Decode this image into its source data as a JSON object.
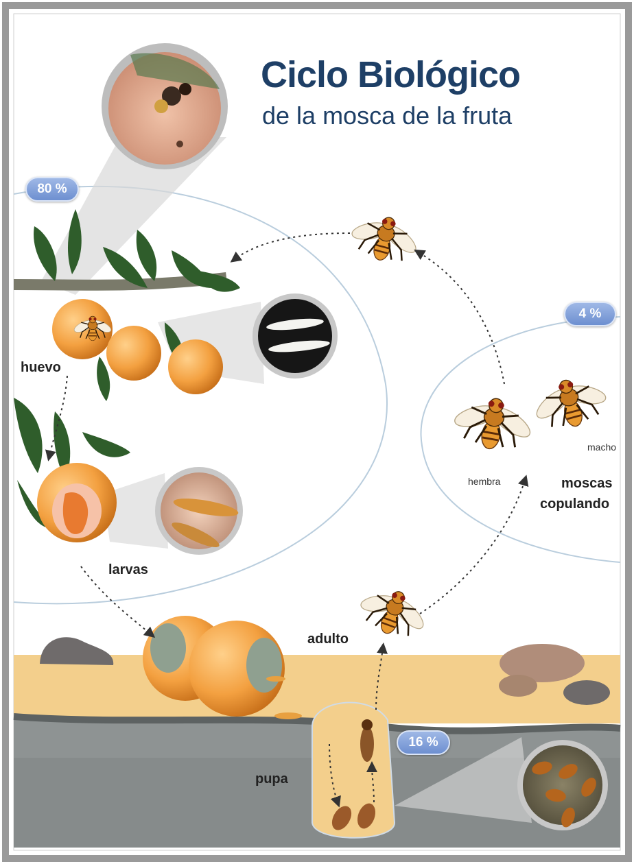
{
  "title": "Ciclo Biológico",
  "subtitle": "de la mosca de la fruta",
  "percentages": {
    "main_cycle": "80 %",
    "mating": "4 %",
    "pupa": "16 %"
  },
  "stages": {
    "egg": "huevo",
    "larvae": "larvas",
    "pupa": "pupa",
    "adult": "adulto",
    "female": "hembra",
    "male": "macho",
    "mating_line1": "moscas",
    "mating_line2": "copulando"
  },
  "colors": {
    "title": "#1e3f66",
    "badge": "#7f9fd8",
    "fruit": "#f0a040",
    "soil": "#f3cf8c",
    "rock_layer": "#8e9393",
    "cycle_line": "#b9cddd"
  }
}
